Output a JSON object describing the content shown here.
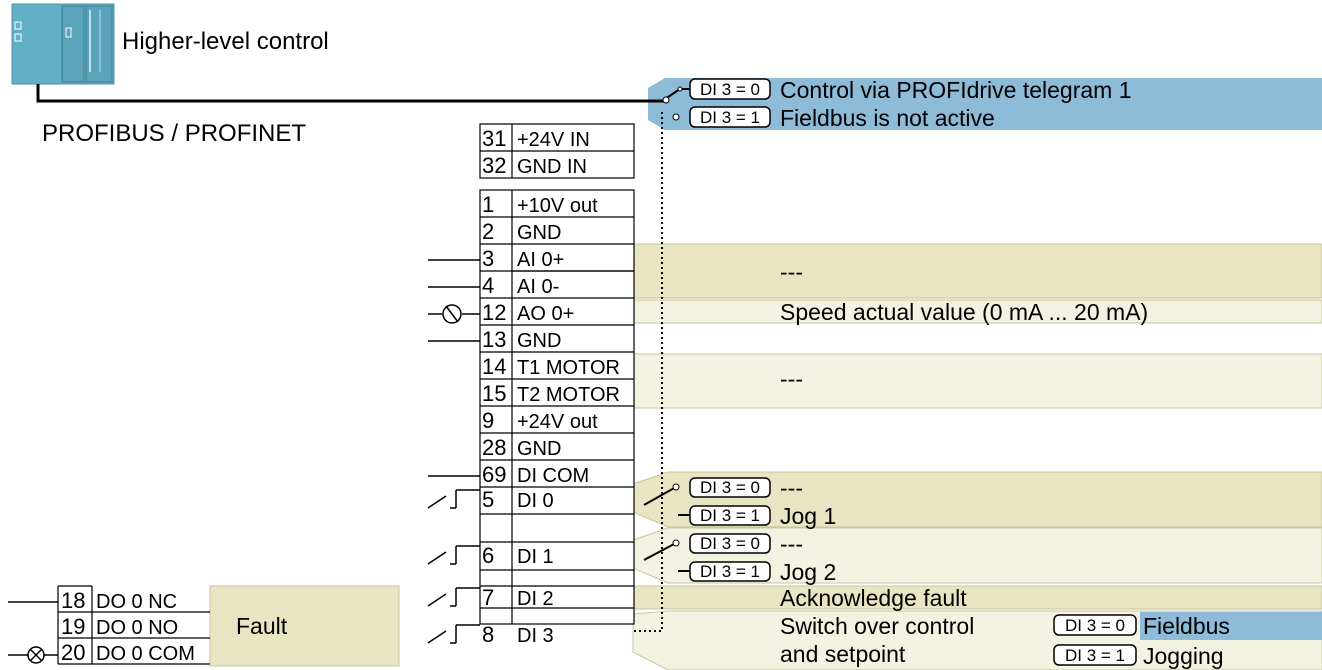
{
  "controller": {
    "label": "Higher-level control",
    "bus_label": "PROFIBUS / PROFINET"
  },
  "bus_switch": {
    "condition_0": "DI 3 = 0",
    "function_0": "Control via PROFIdrive telegram 1",
    "condition_1": "DI 3 = 1",
    "function_1": "Fieldbus is not active"
  },
  "terminals": [
    {
      "num": "31",
      "name": "+24V IN"
    },
    {
      "num": "32",
      "name": "GND IN"
    },
    {
      "num": "1",
      "name": "+10V out"
    },
    {
      "num": "2",
      "name": "GND"
    },
    {
      "num": "3",
      "name": "AI 0+"
    },
    {
      "num": "4",
      "name": "AI 0-"
    },
    {
      "num": "12",
      "name": "AO 0+"
    },
    {
      "num": "13",
      "name": "GND"
    },
    {
      "num": "14",
      "name": "T1 MOTOR"
    },
    {
      "num": "15",
      "name": "T2 MOTOR"
    },
    {
      "num": "9",
      "name": "+24V out"
    },
    {
      "num": "28",
      "name": "GND"
    },
    {
      "num": "69",
      "name": "DI COM"
    },
    {
      "num": "5",
      "name": "DI 0"
    },
    {
      "num": "6",
      "name": "DI 1"
    },
    {
      "num": "7",
      "name": "DI 2"
    },
    {
      "num": "8",
      "name": "DI 3"
    }
  ],
  "functions": {
    "ai0": "---",
    "ao0": "Speed actual value (0 mA ... 20 mA)",
    "motor_temp": "---",
    "di0": {
      "condition_0": "DI 3 = 0",
      "function_0": "---",
      "condition_1": "DI 3 = 1",
      "function_1": "Jog 1"
    },
    "di1": {
      "condition_0": "DI 3 = 0",
      "function_0": "---",
      "condition_1": "DI 3 = 1",
      "function_1": "Jog 2"
    },
    "di2": "Acknowledge fault",
    "di3": {
      "line1": "Switch over control",
      "line2": "and setpoint",
      "condition_0": "DI 3 = 0",
      "function_0": "Fieldbus",
      "condition_1": "DI 3 = 1",
      "function_1": "Jogging"
    }
  },
  "relay": {
    "terminals": [
      {
        "num": "18",
        "name": "DO 0 NC"
      },
      {
        "num": "19",
        "name": "DO 0 NO"
      },
      {
        "num": "20",
        "name": "DO 0 COM"
      }
    ],
    "function": "Fault"
  },
  "colors": {
    "bus_fill": "#8dbbd8",
    "analog_fill": "#e8e6c2",
    "light_fill": "#f4f2e0",
    "device_fill": "#62afc6"
  }
}
